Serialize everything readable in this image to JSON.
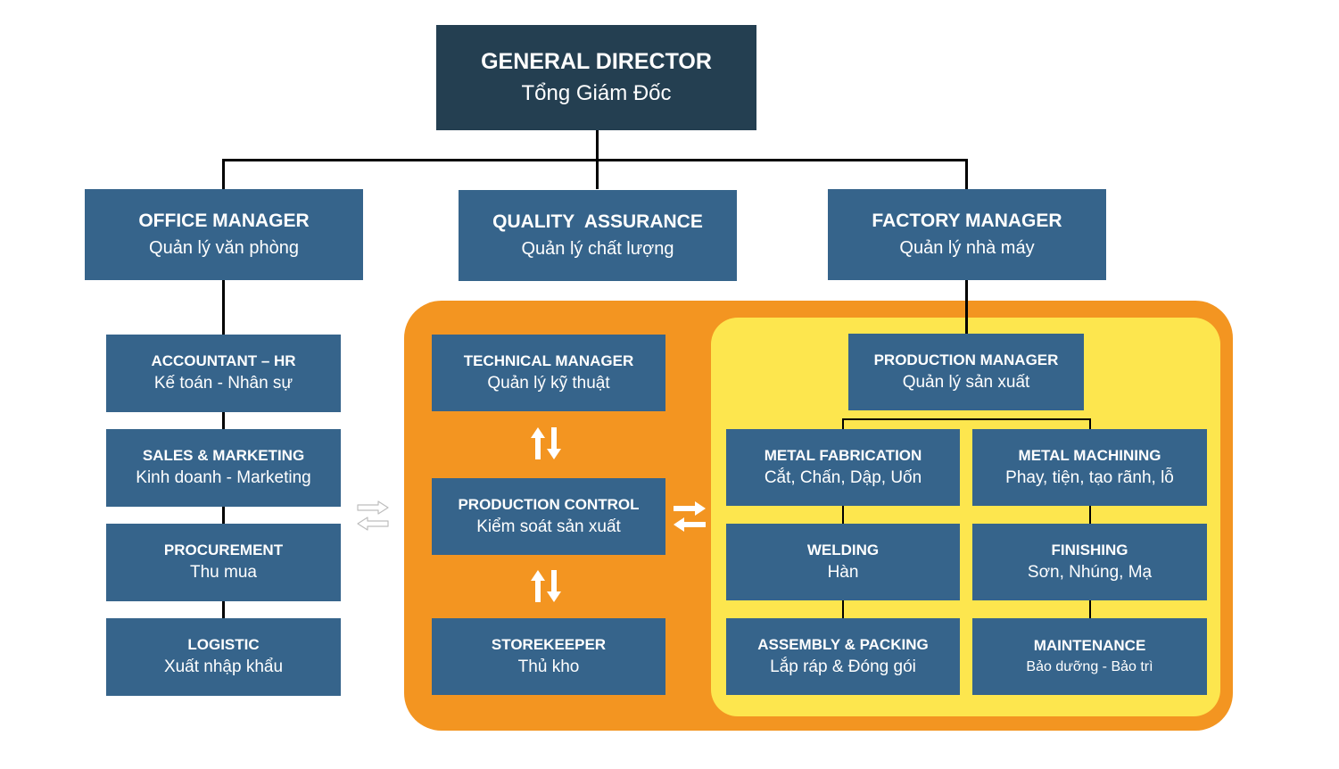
{
  "general_director": {
    "title": "GENERAL DIRECTOR",
    "subtitle": "Tổng Giám Đốc"
  },
  "managers": [
    {
      "title": "OFFICE MANAGER",
      "subtitle": "Quản lý văn phòng"
    },
    {
      "title": "QUALITY  ASSURANCE",
      "subtitle": "Quản lý chất lượng"
    },
    {
      "title": "FACTORY MANAGER",
      "subtitle": "Quản lý nhà máy"
    }
  ],
  "office_units": [
    {
      "title": "ACCOUNTANT – HR",
      "subtitle": "Kế toán - Nhân sự"
    },
    {
      "title": "SALES & MARKETING",
      "subtitle": "Kinh doanh - Marketing"
    },
    {
      "title": "PROCUREMENT",
      "subtitle": "Thu mua"
    },
    {
      "title": "LOGISTIC",
      "subtitle": "Xuất nhập khẩu"
    }
  ],
  "technical_units": [
    {
      "title": "TECHNICAL MANAGER",
      "subtitle": "Quản lý kỹ thuật"
    },
    {
      "title": "PRODUCTION CONTROL",
      "subtitle": "Kiểm soát sản xuất"
    },
    {
      "title": "STOREKEEPER",
      "subtitle": "Thủ kho"
    }
  ],
  "production_manager": {
    "title": "PRODUCTION MANAGER",
    "subtitle": "Quản lý sản xuất"
  },
  "production_units_left": [
    {
      "title": "METAL FABRICATION",
      "subtitle": "Cắt, Chấn, Dập, Uốn"
    },
    {
      "title": "WELDING",
      "subtitle": "Hàn"
    },
    {
      "title": "ASSEMBLY & PACKING",
      "subtitle": "Lắp ráp & Đóng gói"
    }
  ],
  "production_units_right": [
    {
      "title": "METAL MACHINING",
      "subtitle": "Phay, tiện, tạo rãnh, lỗ"
    },
    {
      "title": "FINISHING",
      "subtitle": "Sơn, Nhúng, Mạ"
    },
    {
      "title": "MAINTENANCE",
      "subtitle": "Bảo dưỡng - Bảo trì"
    }
  ],
  "colors": {
    "top_box": "#243f51",
    "unit_box": "#36648b",
    "orange_panel": "#f39521",
    "yellow_panel": "#fde64e",
    "connector": "#000000"
  }
}
